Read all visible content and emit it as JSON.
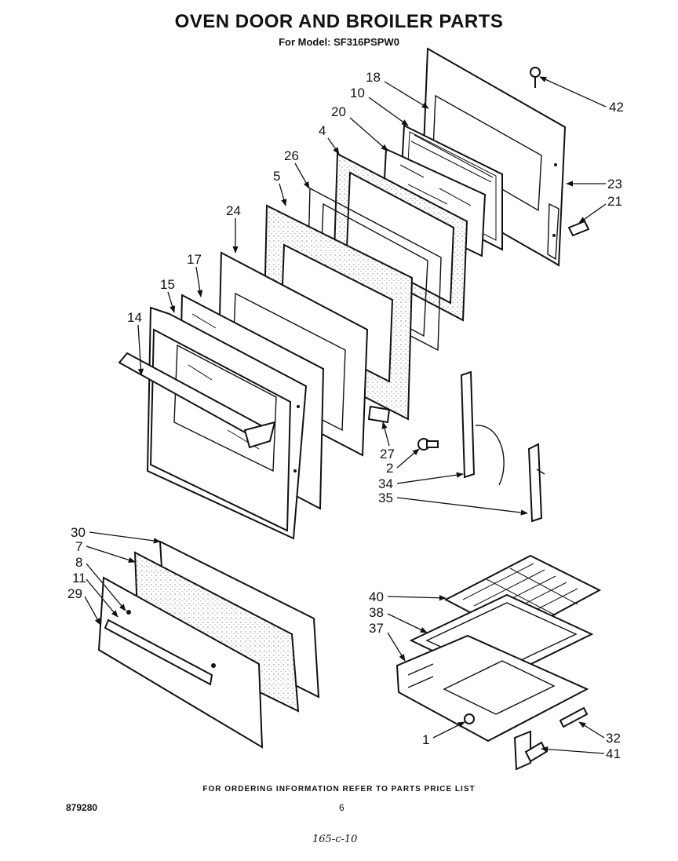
{
  "header": {
    "title": "OVEN DOOR AND BROILER PARTS",
    "subtitle": "For Model: SF316PSPW0"
  },
  "callouts": [
    "18",
    "10",
    "20",
    "4",
    "26",
    "5",
    "24",
    "17",
    "15",
    "14",
    "42",
    "23",
    "21",
    "27",
    "2",
    "34",
    "35",
    "30",
    "7",
    "8",
    "11",
    "29",
    "40",
    "38",
    "37",
    "1",
    "32",
    "41"
  ],
  "footer": {
    "note": "FOR ORDERING INFORMATION REFER TO PARTS PRICE LIST",
    "doc_number": "879280",
    "page_number": "6",
    "handwritten": "165-c-10"
  }
}
